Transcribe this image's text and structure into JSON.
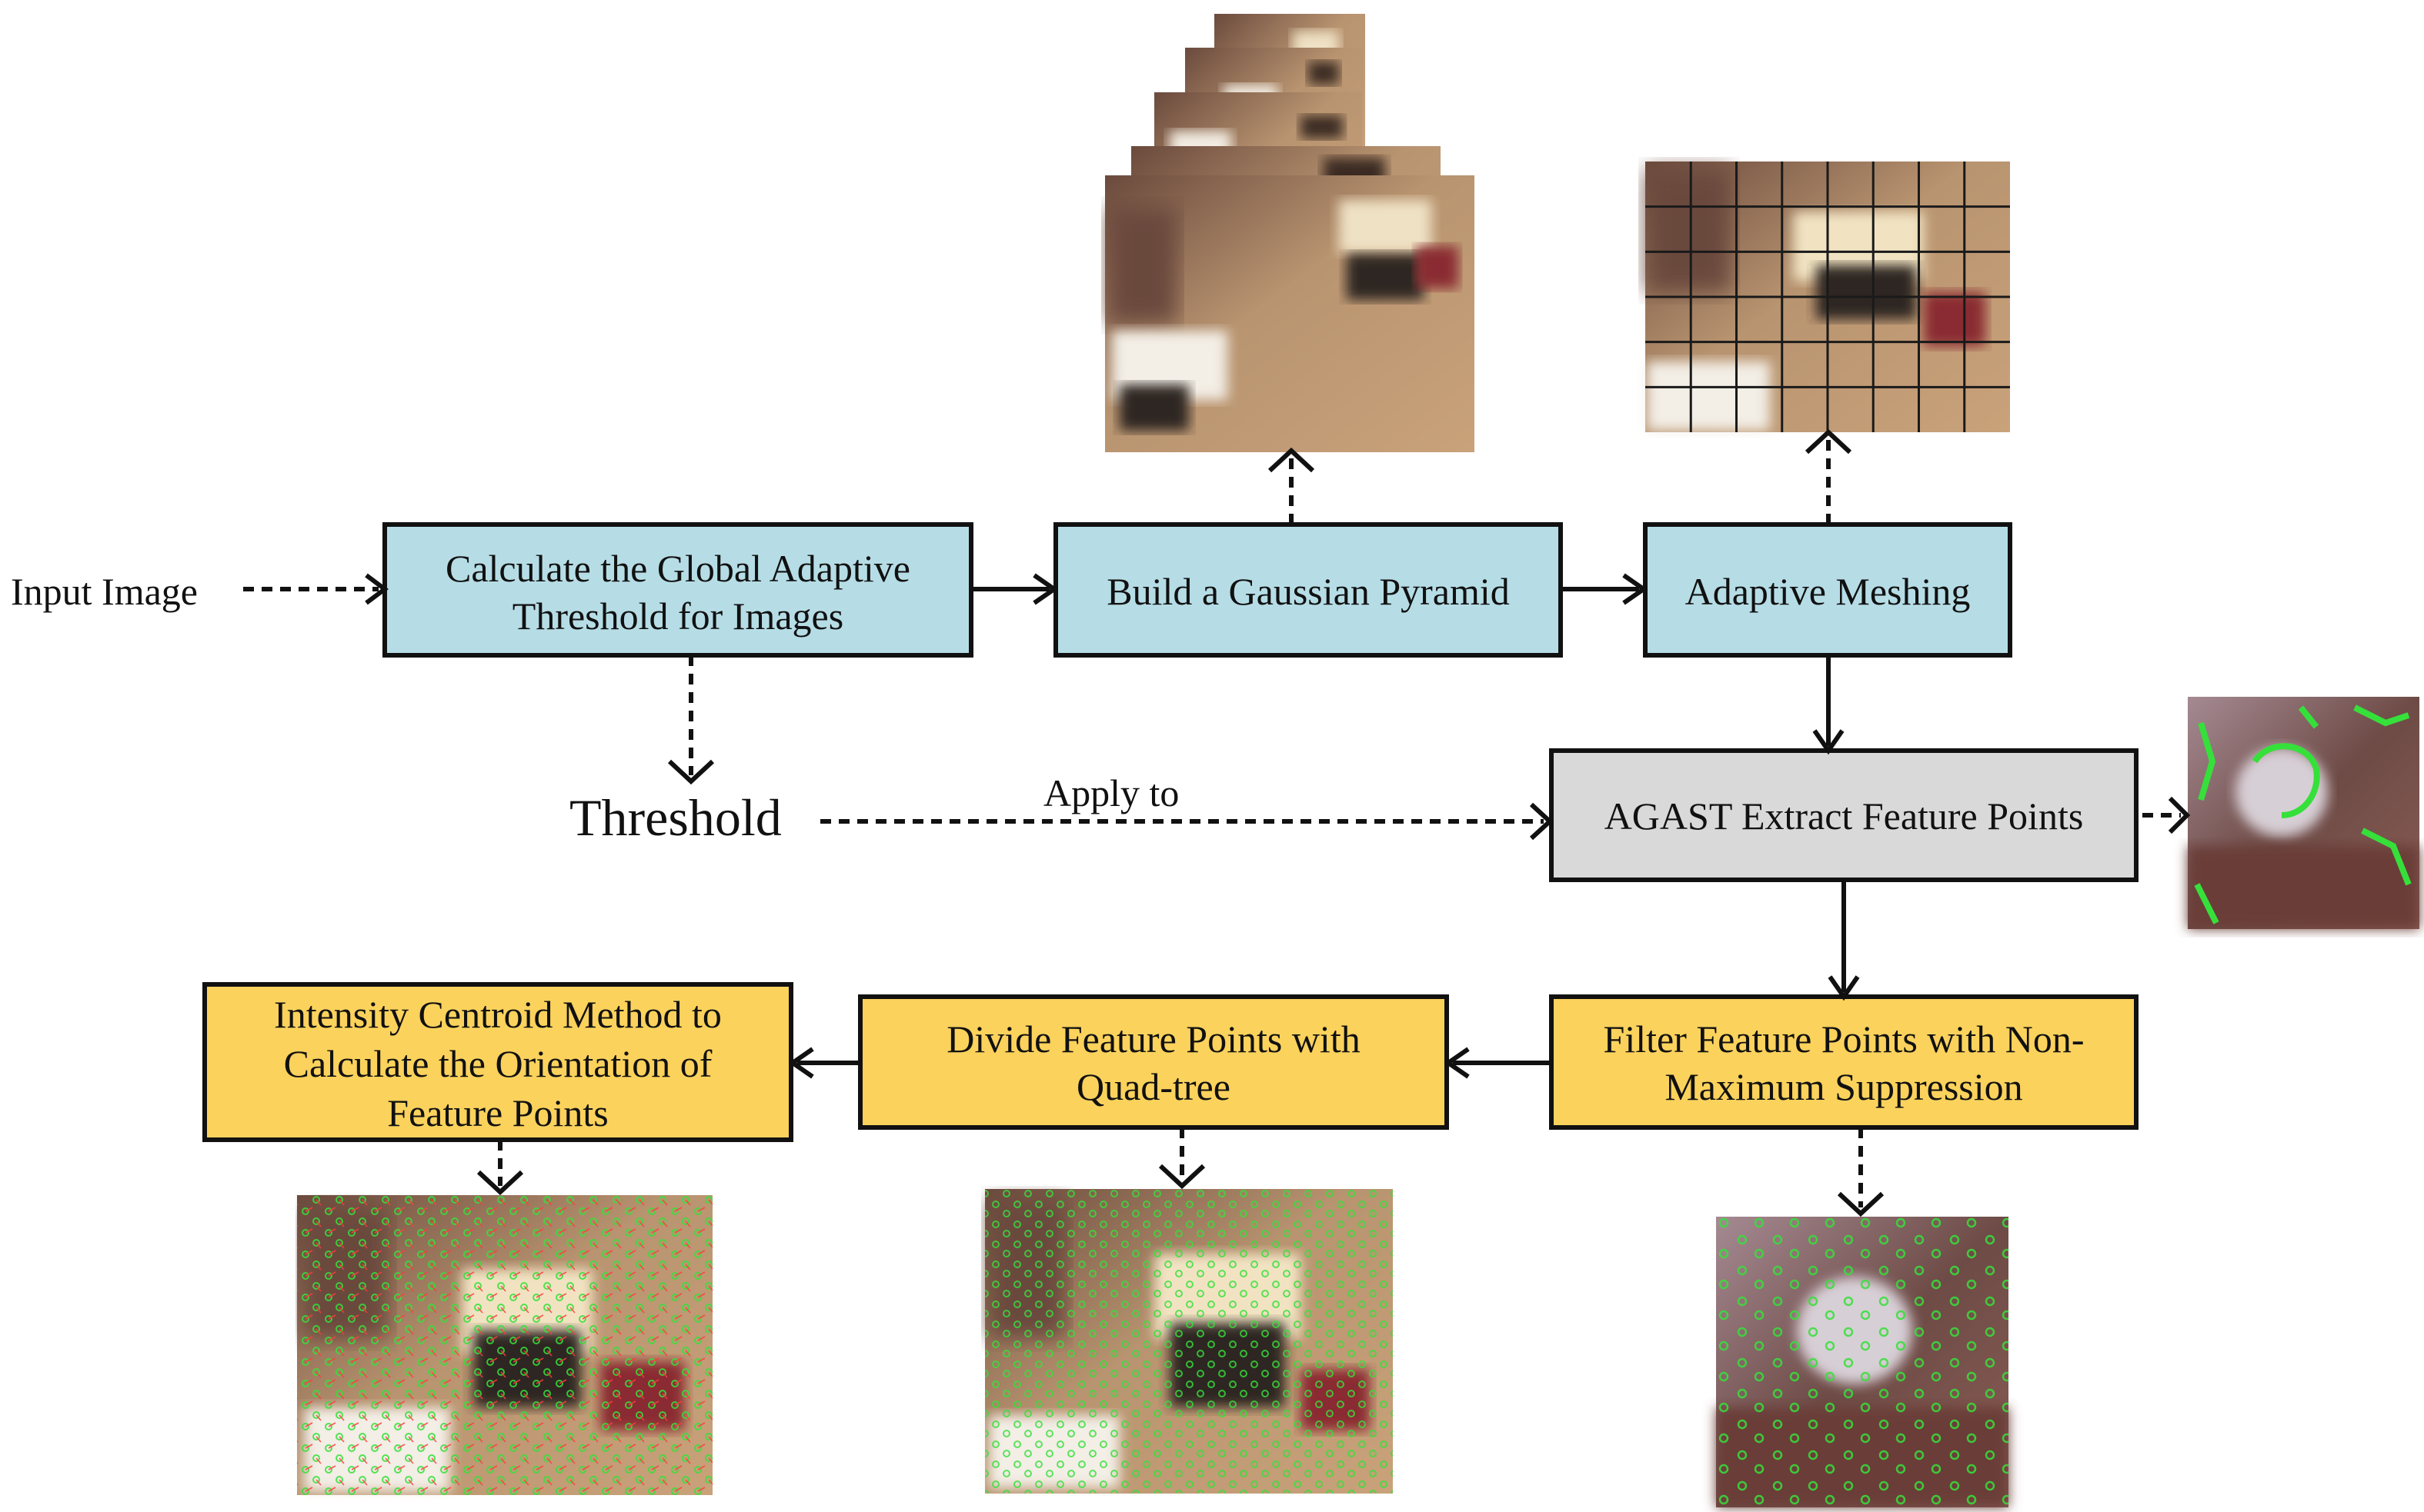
{
  "colors": {
    "process_box": "#b6dde6",
    "extract_box": "#d9d9d9",
    "post_box": "#fbd25c",
    "stroke": "#111111",
    "feature_marker": "#36e03a"
  },
  "labels": {
    "input_image": "Input Image",
    "threshold": "Threshold",
    "apply_to": "Apply to"
  },
  "boxes": {
    "threshold_calc": {
      "line1": "Calculate the Global Adaptive",
      "line2": "Threshold for Images"
    },
    "gaussian_pyramid": {
      "line1": "Build a Gaussian Pyramid"
    },
    "adaptive_meshing": {
      "line1": "Adaptive Meshing"
    },
    "agast": {
      "line1": "AGAST Extract Feature Points"
    },
    "nms": {
      "line1": "Filter Feature Points with Non-",
      "line2": "Maximum Suppression"
    },
    "quadtree": {
      "line1": "Divide Feature Points with",
      "line2": "Quad-tree"
    },
    "orientation": {
      "line1": "Intensity Centroid Method to",
      "line2": "Calculate the Orientation of",
      "line3": "Feature Points"
    }
  },
  "images": {
    "pyramid_stack": "gaussian-pyramid-image-stack",
    "meshed_image": "adaptive-mesh-grid-image",
    "agast_result": "agast-feature-points-image",
    "nms_result": "nms-filtered-features-image",
    "quadtree_result": "quadtree-distributed-features-image",
    "orientation_result": "oriented-features-image"
  }
}
